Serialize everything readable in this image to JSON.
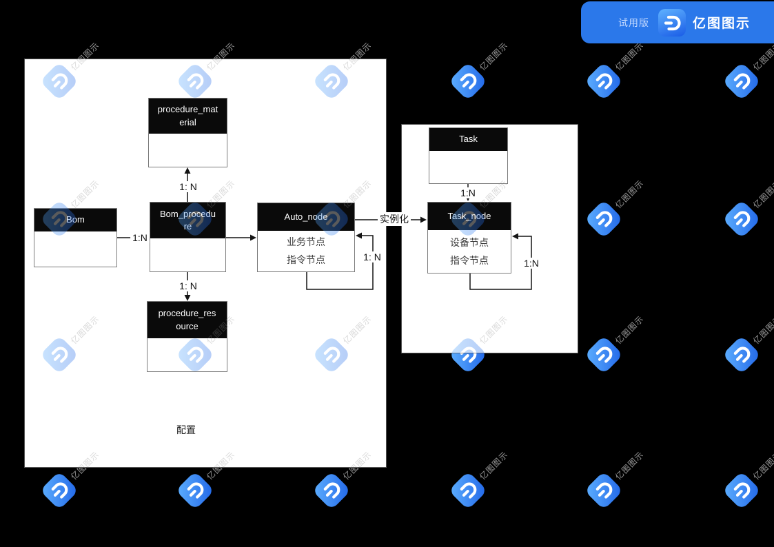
{
  "badge": {
    "trial_label": "试用版",
    "app_name": "亿图图示"
  },
  "watermark": {
    "text": "亿图图示",
    "grid_columns": [
      86,
      283,
      481,
      679,
      876,
      1076
    ],
    "grid_rows": [
      118,
      318,
      515,
      712
    ]
  },
  "groups": [
    {
      "label": "配置"
    }
  ],
  "entities": [
    {
      "title": "procedure_material",
      "body": []
    },
    {
      "title": "Bom",
      "body": []
    },
    {
      "title": "Bom_procedure",
      "body": []
    },
    {
      "title": "Auto_node",
      "body": [
        "业务节点",
        "指令节点"
      ]
    },
    {
      "title": "procedure_resource",
      "body": []
    },
    {
      "title": "Task",
      "body": []
    },
    {
      "title": "Task_node",
      "body": [
        "设备节点",
        "指令节点"
      ]
    }
  ],
  "connector_labels": [
    {
      "text": "1:N"
    },
    {
      "text": "1: N"
    },
    {
      "text": "1: N"
    },
    {
      "text": "1: N"
    },
    {
      "text": "实例化"
    },
    {
      "text": "1:N"
    },
    {
      "text": "1:N"
    }
  ],
  "colors": {
    "canvas_bg": "#000000",
    "badge_blue": "#2b78ea",
    "entity_header_bg": "#0a0a0a",
    "entity_border": "#7a7a7a",
    "connector": "#141414",
    "watermark_logo_from": "#5eb0ff",
    "watermark_logo_to": "#2166e8"
  }
}
